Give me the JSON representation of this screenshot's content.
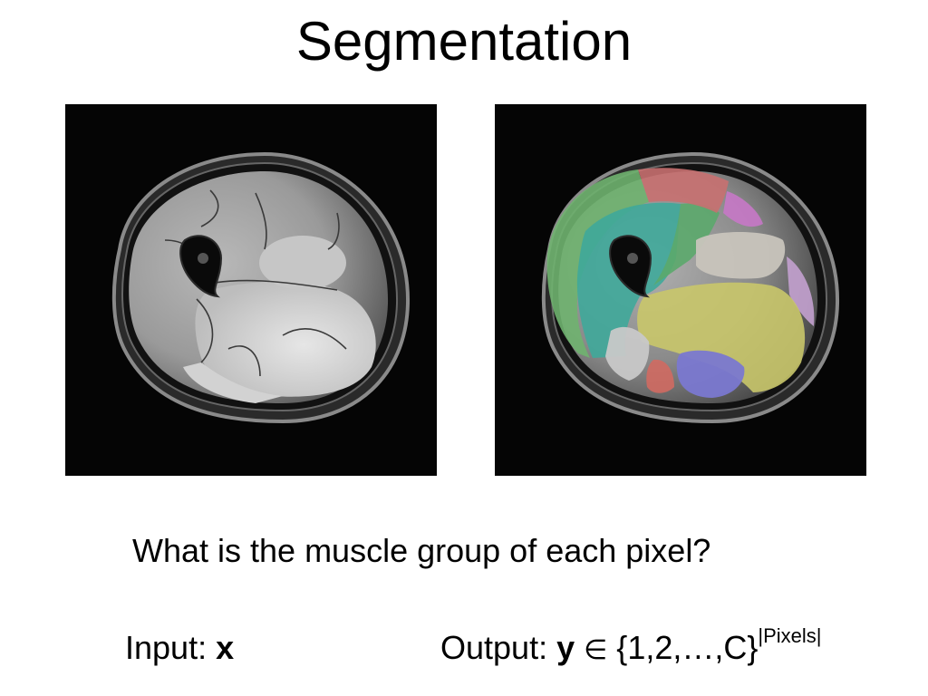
{
  "title": "Segmentation",
  "question": "What is the muscle group of each pixel?",
  "input": {
    "label": "Input:",
    "variable": "x"
  },
  "output": {
    "label": "Output:",
    "variable": "y",
    "relation": "∈",
    "set": "{1,2,…,C}",
    "exponent": "|Pixels|"
  },
  "colors": {
    "background": "#050505",
    "muscle_green": "#6fb36f",
    "muscle_teal": "#3fa89a",
    "muscle_red": "#c87070",
    "muscle_pink": "#c778c7",
    "muscle_yellow": "#c9c76a",
    "muscle_lavender": "#c3a1cf",
    "muscle_blue": "#7a78d0",
    "muscle_white": "#c8c4bc",
    "muscle_coral": "#d06a62"
  }
}
